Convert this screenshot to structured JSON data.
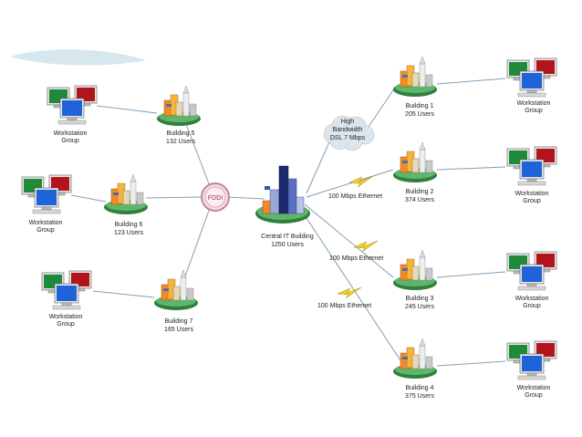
{
  "diagram": {
    "colors": {
      "link": "#7f9fb8",
      "ground": "#2f7f3f",
      "ground_top": "#5fb56a",
      "monitor_green": "#1e8a3a",
      "monitor_red": "#b3141c",
      "monitor_blue": "#1f63d9",
      "fddi": "#c4859f",
      "cloud": "#dde5ec",
      "bolt": "#f2d21a"
    },
    "center": {
      "name": "Central IT Building",
      "users": "1250 Users"
    },
    "fddi": {
      "label": "FDDI"
    },
    "cloud": {
      "line1": "High",
      "line2": "Bandwidth",
      "line3": "DSL 7 Mbps"
    },
    "ethernet_label": "100 Mbps Ethernet",
    "workstation_label": "Workstation\nGroup",
    "buildings": [
      {
        "id": "b1",
        "name": "Building 1",
        "users": "205 Users"
      },
      {
        "id": "b2",
        "name": "Building 2",
        "users": "374 Users"
      },
      {
        "id": "b3",
        "name": "Building 3",
        "users": "245 Users"
      },
      {
        "id": "b4",
        "name": "Building 4",
        "users": "375 Users"
      },
      {
        "id": "b5",
        "name": "Building 5",
        "users": "132 Users"
      },
      {
        "id": "b6",
        "name": "Building 6",
        "users": "123 Users"
      },
      {
        "id": "b7",
        "name": "Building 7",
        "users": "165 Users"
      }
    ]
  }
}
